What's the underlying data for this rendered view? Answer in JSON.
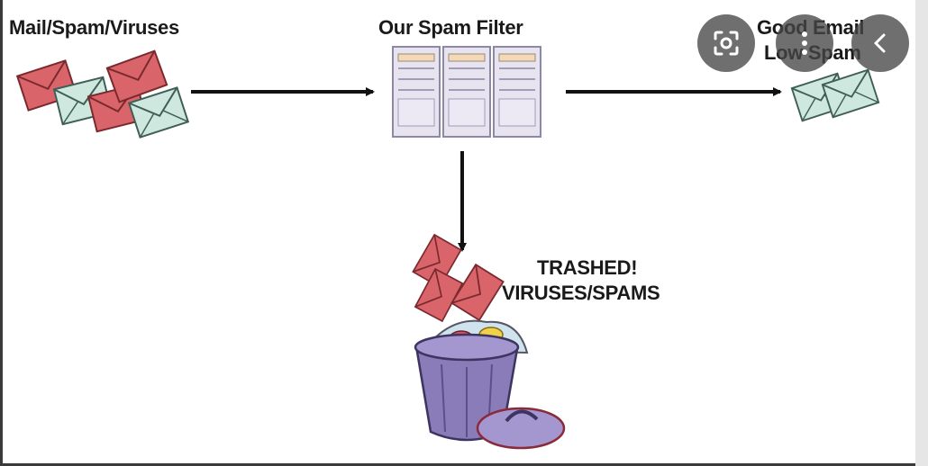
{
  "labels": {
    "source": "Mail/Spam/Viruses",
    "filter": "Our Spam Filter",
    "good_line1": "Good Email",
    "good_line2": "Low Spam",
    "trash_line1": "TRASHED!",
    "trash_line2": "VIRUSES/SPAMS"
  },
  "overlay_buttons": [
    {
      "icon": "lens-search-icon"
    },
    {
      "icon": "more-vertical-icon"
    },
    {
      "icon": "chevron-left-icon"
    }
  ],
  "colors": {
    "spam_envelope": "#d9646a",
    "good_envelope": "#cfe8df",
    "server": "#e7e4f0",
    "trash_can": "#8a7cb8",
    "arrow": "#111111"
  }
}
